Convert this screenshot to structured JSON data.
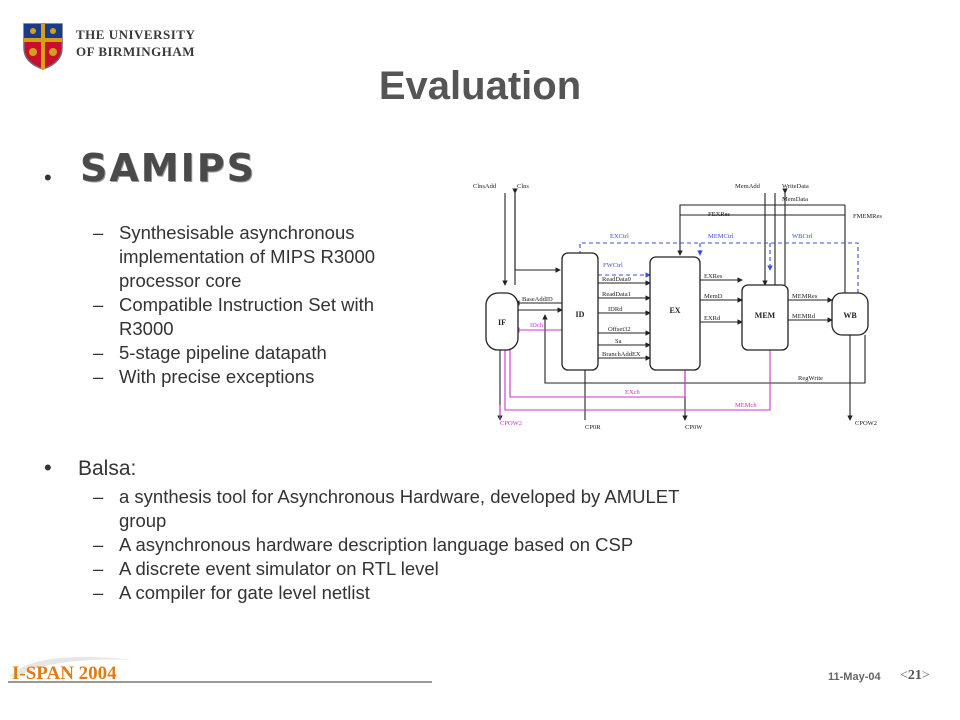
{
  "header": {
    "university_line1": "THE UNIVERSITY",
    "university_line2": "OF BIRMINGHAM"
  },
  "title": "Evaluation",
  "samips": {
    "heading": "SAMIPS",
    "items": [
      {
        "dash": "–",
        "lines": [
          "Synthesisable asynchronous",
          "implementation of MIPS R3000",
          "processor core"
        ]
      },
      {
        "dash": "–",
        "lines": [
          "Compatible Instruction Set with",
          "R3000"
        ]
      },
      {
        "dash": "–",
        "lines": [
          "5-stage pipeline datapath"
        ]
      },
      {
        "dash": "–",
        "lines": [
          "With precise exceptions"
        ]
      }
    ]
  },
  "balsa": {
    "heading": "Balsa:",
    "items": [
      {
        "dash": "–",
        "lines": [
          "a synthesis tool for Asynchronous Hardware, developed by AMULET",
          "group"
        ]
      },
      {
        "dash": "–",
        "lines": [
          "A asynchronous hardware description language based on CSP"
        ]
      },
      {
        "dash": "–",
        "lines": [
          "A discrete event simulator on RTL level"
        ]
      },
      {
        "dash": "–",
        "lines": [
          "A compiler for gate level netlist"
        ]
      }
    ]
  },
  "bullet_symbol": "•",
  "diagram": {
    "stages": {
      "if": "IF",
      "id": "ID",
      "ex": "EX",
      "mem": "MEM",
      "wb": "WB"
    },
    "top_labels": {
      "clnsadd": "ClnsAdd",
      "clns": "Clns",
      "memadd": "MemAdd",
      "writedata": "WriteData",
      "memdata": "MemData",
      "fmemres": "FMEMRes",
      "fexres": "FEXRes"
    },
    "ctrl_labels": {
      "exctrl": "EXCtrl",
      "memctrl": "MEMCtrl",
      "wbctrl": "WBCtrl",
      "fwctrl": "FWCtrl"
    },
    "id_ex_signals": [
      "ReadData0",
      "ReadData1",
      "IDRd",
      "Offset32",
      "Sa",
      "BranchAddEX"
    ],
    "ex_mem_signals": [
      "EXRes",
      "MemD",
      "EXRd"
    ],
    "mem_wb_signals": [
      "MEMRes",
      "MEMRd"
    ],
    "misc": {
      "baseaddid": "BaseAddID",
      "idch": "IDch",
      "exch": "EXch",
      "memch": "MEMch",
      "regwrite": "RegWrite",
      "cpow2_left": "CPOW2",
      "cp0r": "CP0R",
      "cp0w": "CP0W",
      "cpow2_right": "CPOW2"
    },
    "colors": {
      "ctrl": "#3a4fd8",
      "exception": "#cc33cc",
      "line": "#222222"
    }
  },
  "footer": {
    "logo_text": "I-SPAN 2004",
    "date": "11-May-04",
    "page_prefix": "<",
    "page_number": "21",
    "page_suffix": ">"
  }
}
